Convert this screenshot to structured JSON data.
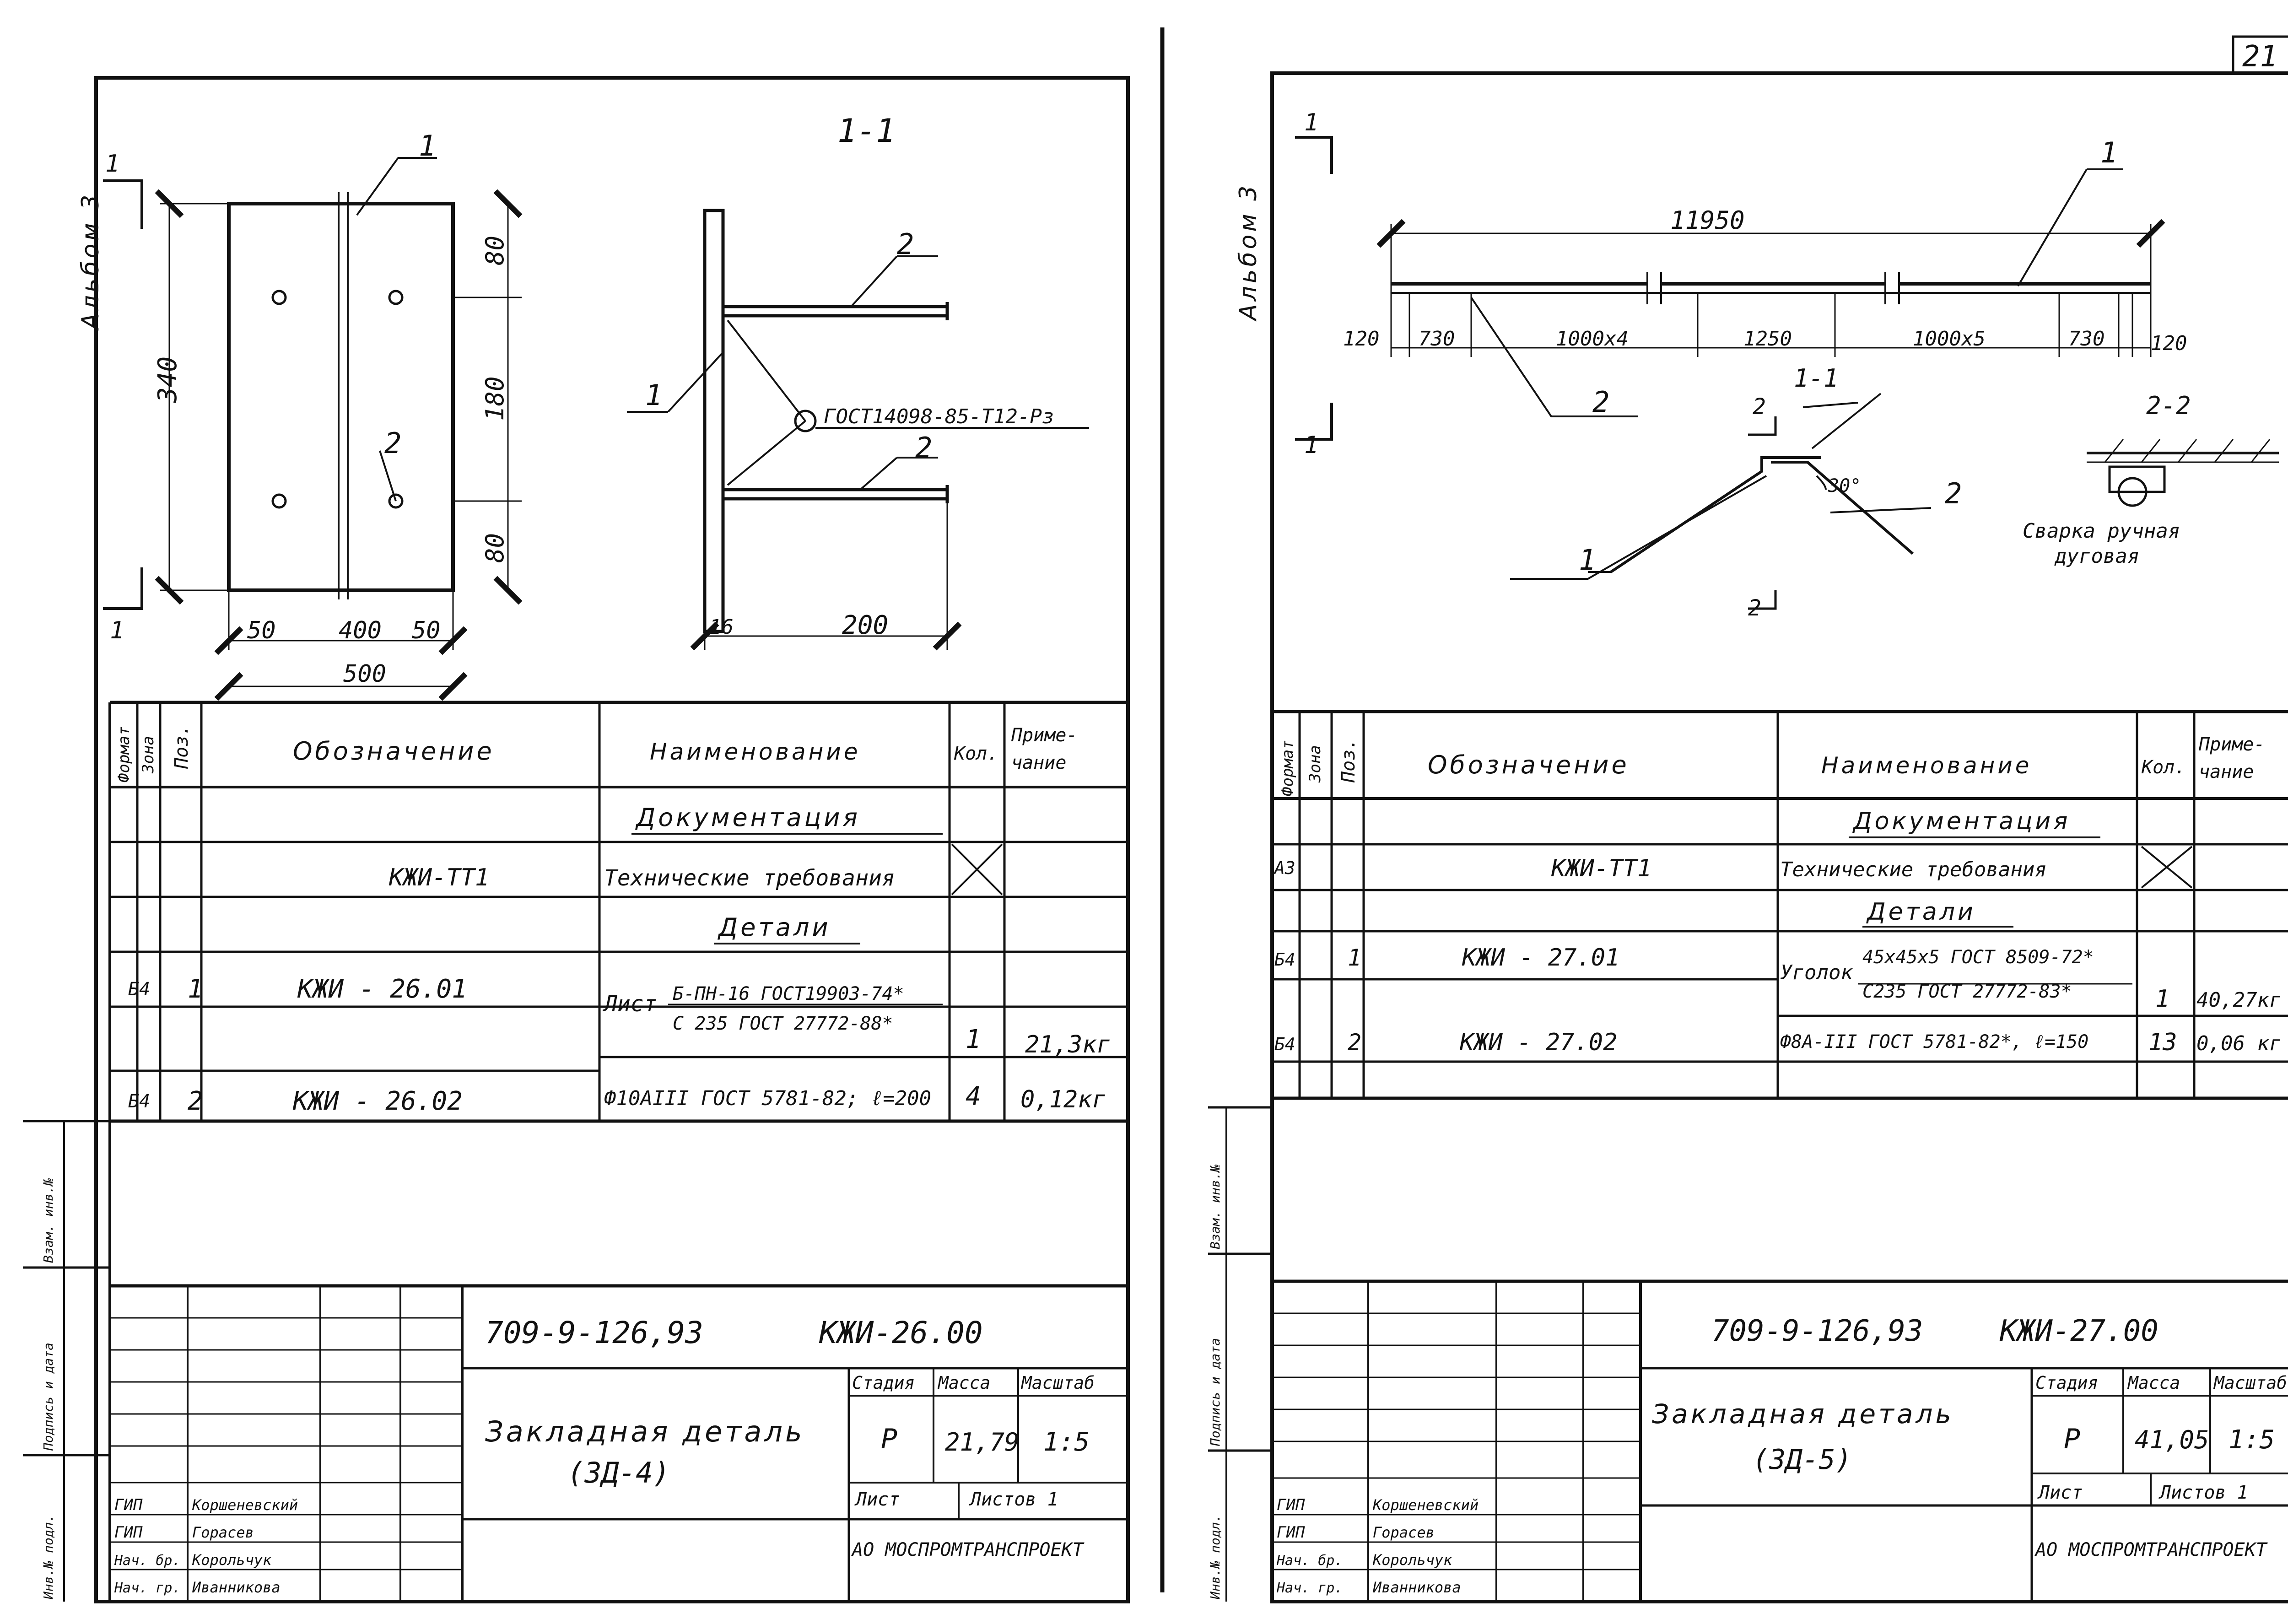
{
  "page_number": "21",
  "left": {
    "album": "Альбом 3",
    "section_label": "1-1",
    "cut_mark": "1",
    "dims": {
      "d340": "340",
      "d80a": "80",
      "d180": "180",
      "d80b": "80",
      "d50a": "50",
      "d400": "400",
      "d50b": "50",
      "d500": "500",
      "d16": "16",
      "d200": "200"
    },
    "callouts": {
      "c1a": "1",
      "c2a": "2",
      "c1b": "1",
      "c2b": "2",
      "c2c": "2"
    },
    "weld_code": "ГОСТ14098-85-Т12-Рз",
    "table": {
      "headers": {
        "format": "Формат",
        "zone": "Зона",
        "pos": "Поз.",
        "designation": "Обозначение",
        "name": "Наименование",
        "qty": "Кол.",
        "note": "Приме-\nчание"
      },
      "section_doc": "Документация",
      "row_tt": {
        "designation": "КЖИ-ТТ1",
        "name": "Технические требования"
      },
      "section_details": "Детали",
      "row1": {
        "format": "Б4",
        "pos": "1",
        "designation": "КЖИ - 26.01",
        "name_prefix": "Лист",
        "name_top": "Б-ПН-16 ГОСТ19903-74*",
        "name_bottom": "С 235 ГОСТ 27772-88*",
        "qty": "1",
        "note": "21,3кг"
      },
      "row2": {
        "format": "Б4",
        "pos": "2",
        "designation": "КЖИ - 26.02",
        "name": "Ф10АIII ГОСТ 5781-82; ℓ=200",
        "qty": "4",
        "note": "0,12кг"
      }
    },
    "stamp": {
      "code": "709-9-126,93",
      "doc": "КЖИ-26.00",
      "title1": "Закладная деталь",
      "title2": "(ЗД-4)",
      "stage_h": "Стадия",
      "mass_h": "Масса",
      "scale_h": "Масштаб",
      "stage": "Р",
      "mass": "21,79",
      "scale": "1:5",
      "sheet": "Лист",
      "sheets": "Листов 1",
      "org": "АО МОСПРОМТРАНСПРОЕКТ",
      "roles": [
        "ГИП",
        "ГИП",
        "Нач. бр.",
        "Нач. гр."
      ],
      "names": [
        "Коршеневский",
        "Горасев",
        "Корольчук",
        "Иванникова"
      ],
      "side_labels": [
        "Взам. инв.№",
        "Подпись и дата",
        "Инв.№ подл."
      ]
    }
  },
  "right": {
    "album": "Альбом 3",
    "cut_mark": "1",
    "overall": "11950",
    "spans": [
      "120",
      "730",
      "1000х4",
      "1250",
      "1000х5",
      "730",
      "120"
    ],
    "callouts": {
      "c1": "1",
      "c2": "2",
      "s2": "2",
      "s2b": "2",
      "c1b": "1",
      "c2b": "2"
    },
    "section1": "1-1",
    "section2": "2-2",
    "angle": "30°",
    "weld_note1": "Сварка ручная",
    "weld_note2": "дуговая",
    "table": {
      "headers": {
        "format": "Формат",
        "zone": "Зона",
        "pos": "Поз.",
        "designation": "Обозначение",
        "name": "Наименование",
        "qty": "Кол.",
        "note": "Приме-\nчание"
      },
      "section_doc": "Документация",
      "row_tt": {
        "format": "А3",
        "designation": "КЖИ-ТТ1",
        "name": "Технические требования"
      },
      "section_details": "Детали",
      "row1": {
        "format": "Б4",
        "pos": "1",
        "designation": "КЖИ - 27.01",
        "name_prefix": "Уголок",
        "name_top": "45х45х5 ГОСТ 8509-72*",
        "name_bottom": "С235 ГОСТ 27772-83*",
        "qty": "1",
        "note": "40,27кг"
      },
      "row2": {
        "format": "Б4",
        "pos": "2",
        "designation": "КЖИ - 27.02",
        "name": "Ф8А-III ГОСТ 5781-82*, ℓ=150",
        "qty": "13",
        "note": "0,06 кг"
      }
    },
    "stamp": {
      "code": "709-9-126,93",
      "doc": "КЖИ-27.00",
      "title1": "Закладная деталь",
      "title2": "(ЗД-5)",
      "stage_h": "Стадия",
      "mass_h": "Масса",
      "scale_h": "Масштаб",
      "stage": "Р",
      "mass": "41,05",
      "scale": "1:5",
      "sheet": "Лист",
      "sheets": "Листов 1",
      "org": "АО МОСПРОМТРАНСПРОЕКТ",
      "roles": [
        "ГИП",
        "ГИП",
        "Нач. бр.",
        "Нач. гр."
      ],
      "names": [
        "Коршеневский",
        "Горасев",
        "Корольчук",
        "Иванникова"
      ],
      "side_labels": [
        "Взам. инв.№",
        "Подпись и дата",
        "Инв.№ подл."
      ]
    }
  }
}
